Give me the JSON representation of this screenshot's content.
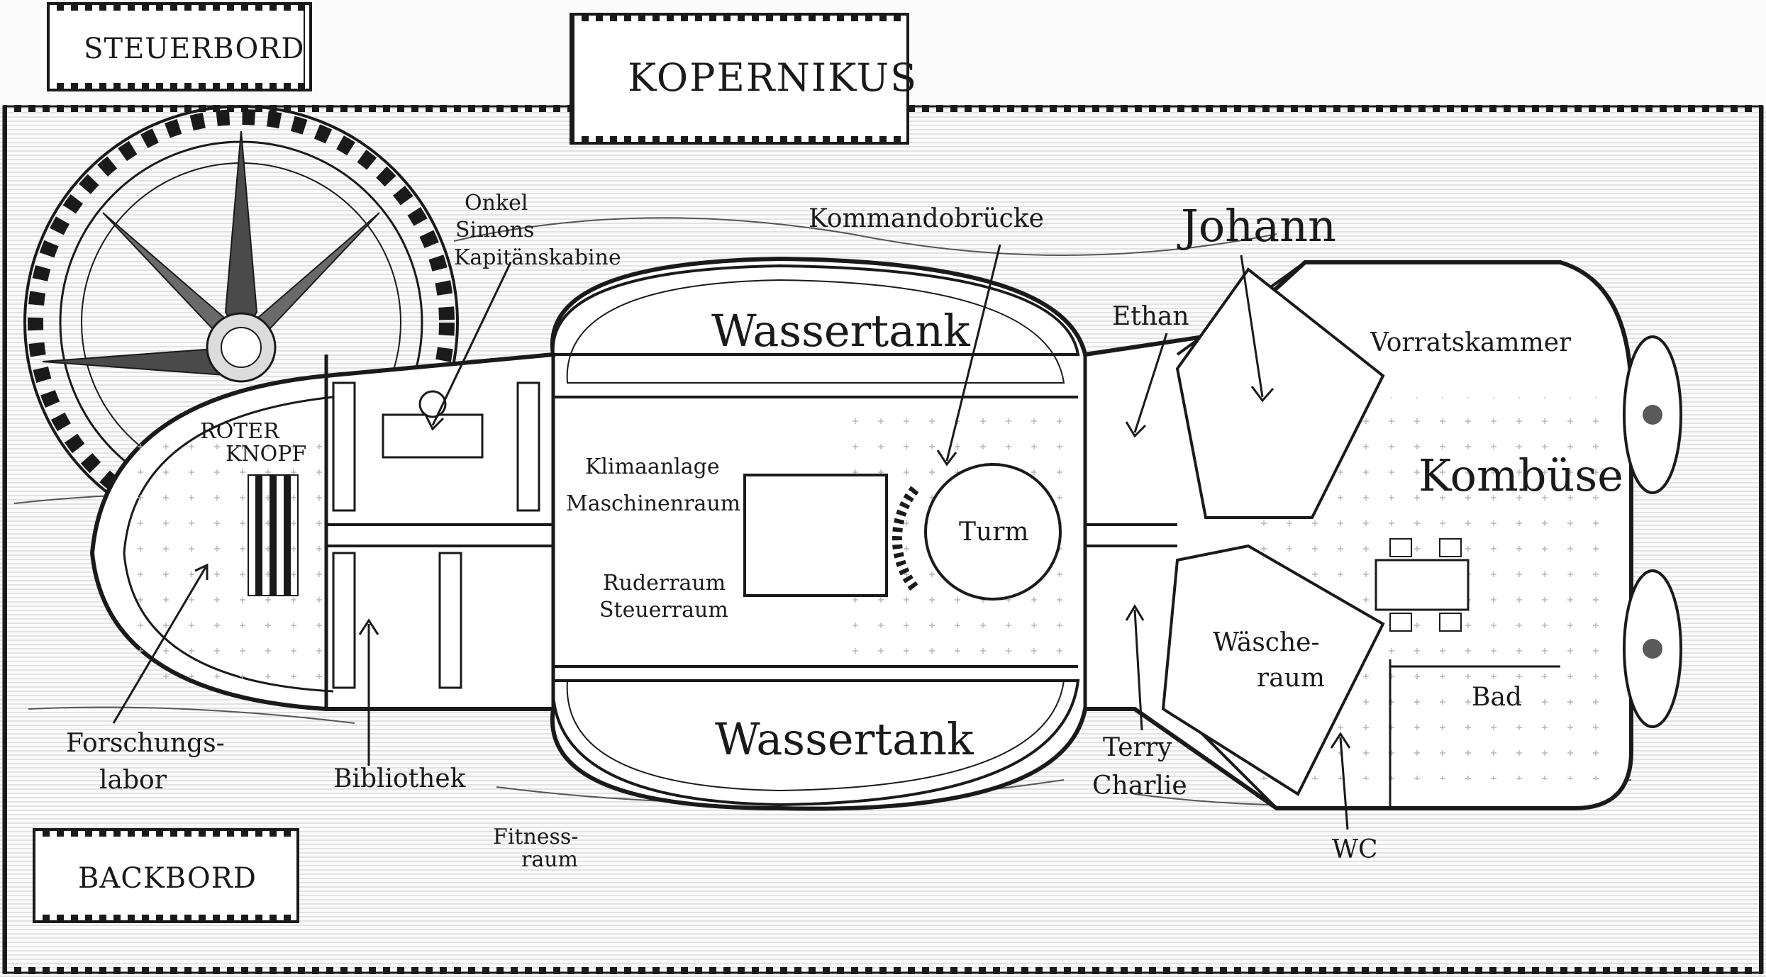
{
  "header": {
    "title": "KOPERNIKUS",
    "starboard": "STEUERBORD",
    "port": "BACKBORD"
  },
  "rooms": {
    "water_tank_top": "Wassertank",
    "water_tank_bottom": "Wassertank",
    "bridge": "Kommandobrücke",
    "tower": "Turm",
    "air_conditioning": "Klimaanlage",
    "engine_room": "Maschinenraum",
    "rudder_room": "Ruderraum",
    "steering_room": "Steuerraum",
    "red_button_1": "ROTER",
    "red_button_2": "KNOPF",
    "captain_1": "Onkel",
    "captain_2": "Simons",
    "captain_3": "Kapitänskabine",
    "research_1": "Forschungs-",
    "research_2": "labor",
    "library": "Bibliothek",
    "fitness_1": "Fitness-",
    "fitness_2": "raum",
    "ethan": "Ethan",
    "johann": "Johann",
    "pantry": "Vorratskammer",
    "galley": "Kombüse",
    "laundry_1": "Wäsche-",
    "laundry_2": "raum",
    "bath": "Bad",
    "wc": "WC",
    "terry": "Terry",
    "charlie": "Charlie"
  },
  "colors": {
    "ink": "#1a1a1a",
    "paper": "#fbfbfb",
    "shade": "#5a5a5a"
  }
}
